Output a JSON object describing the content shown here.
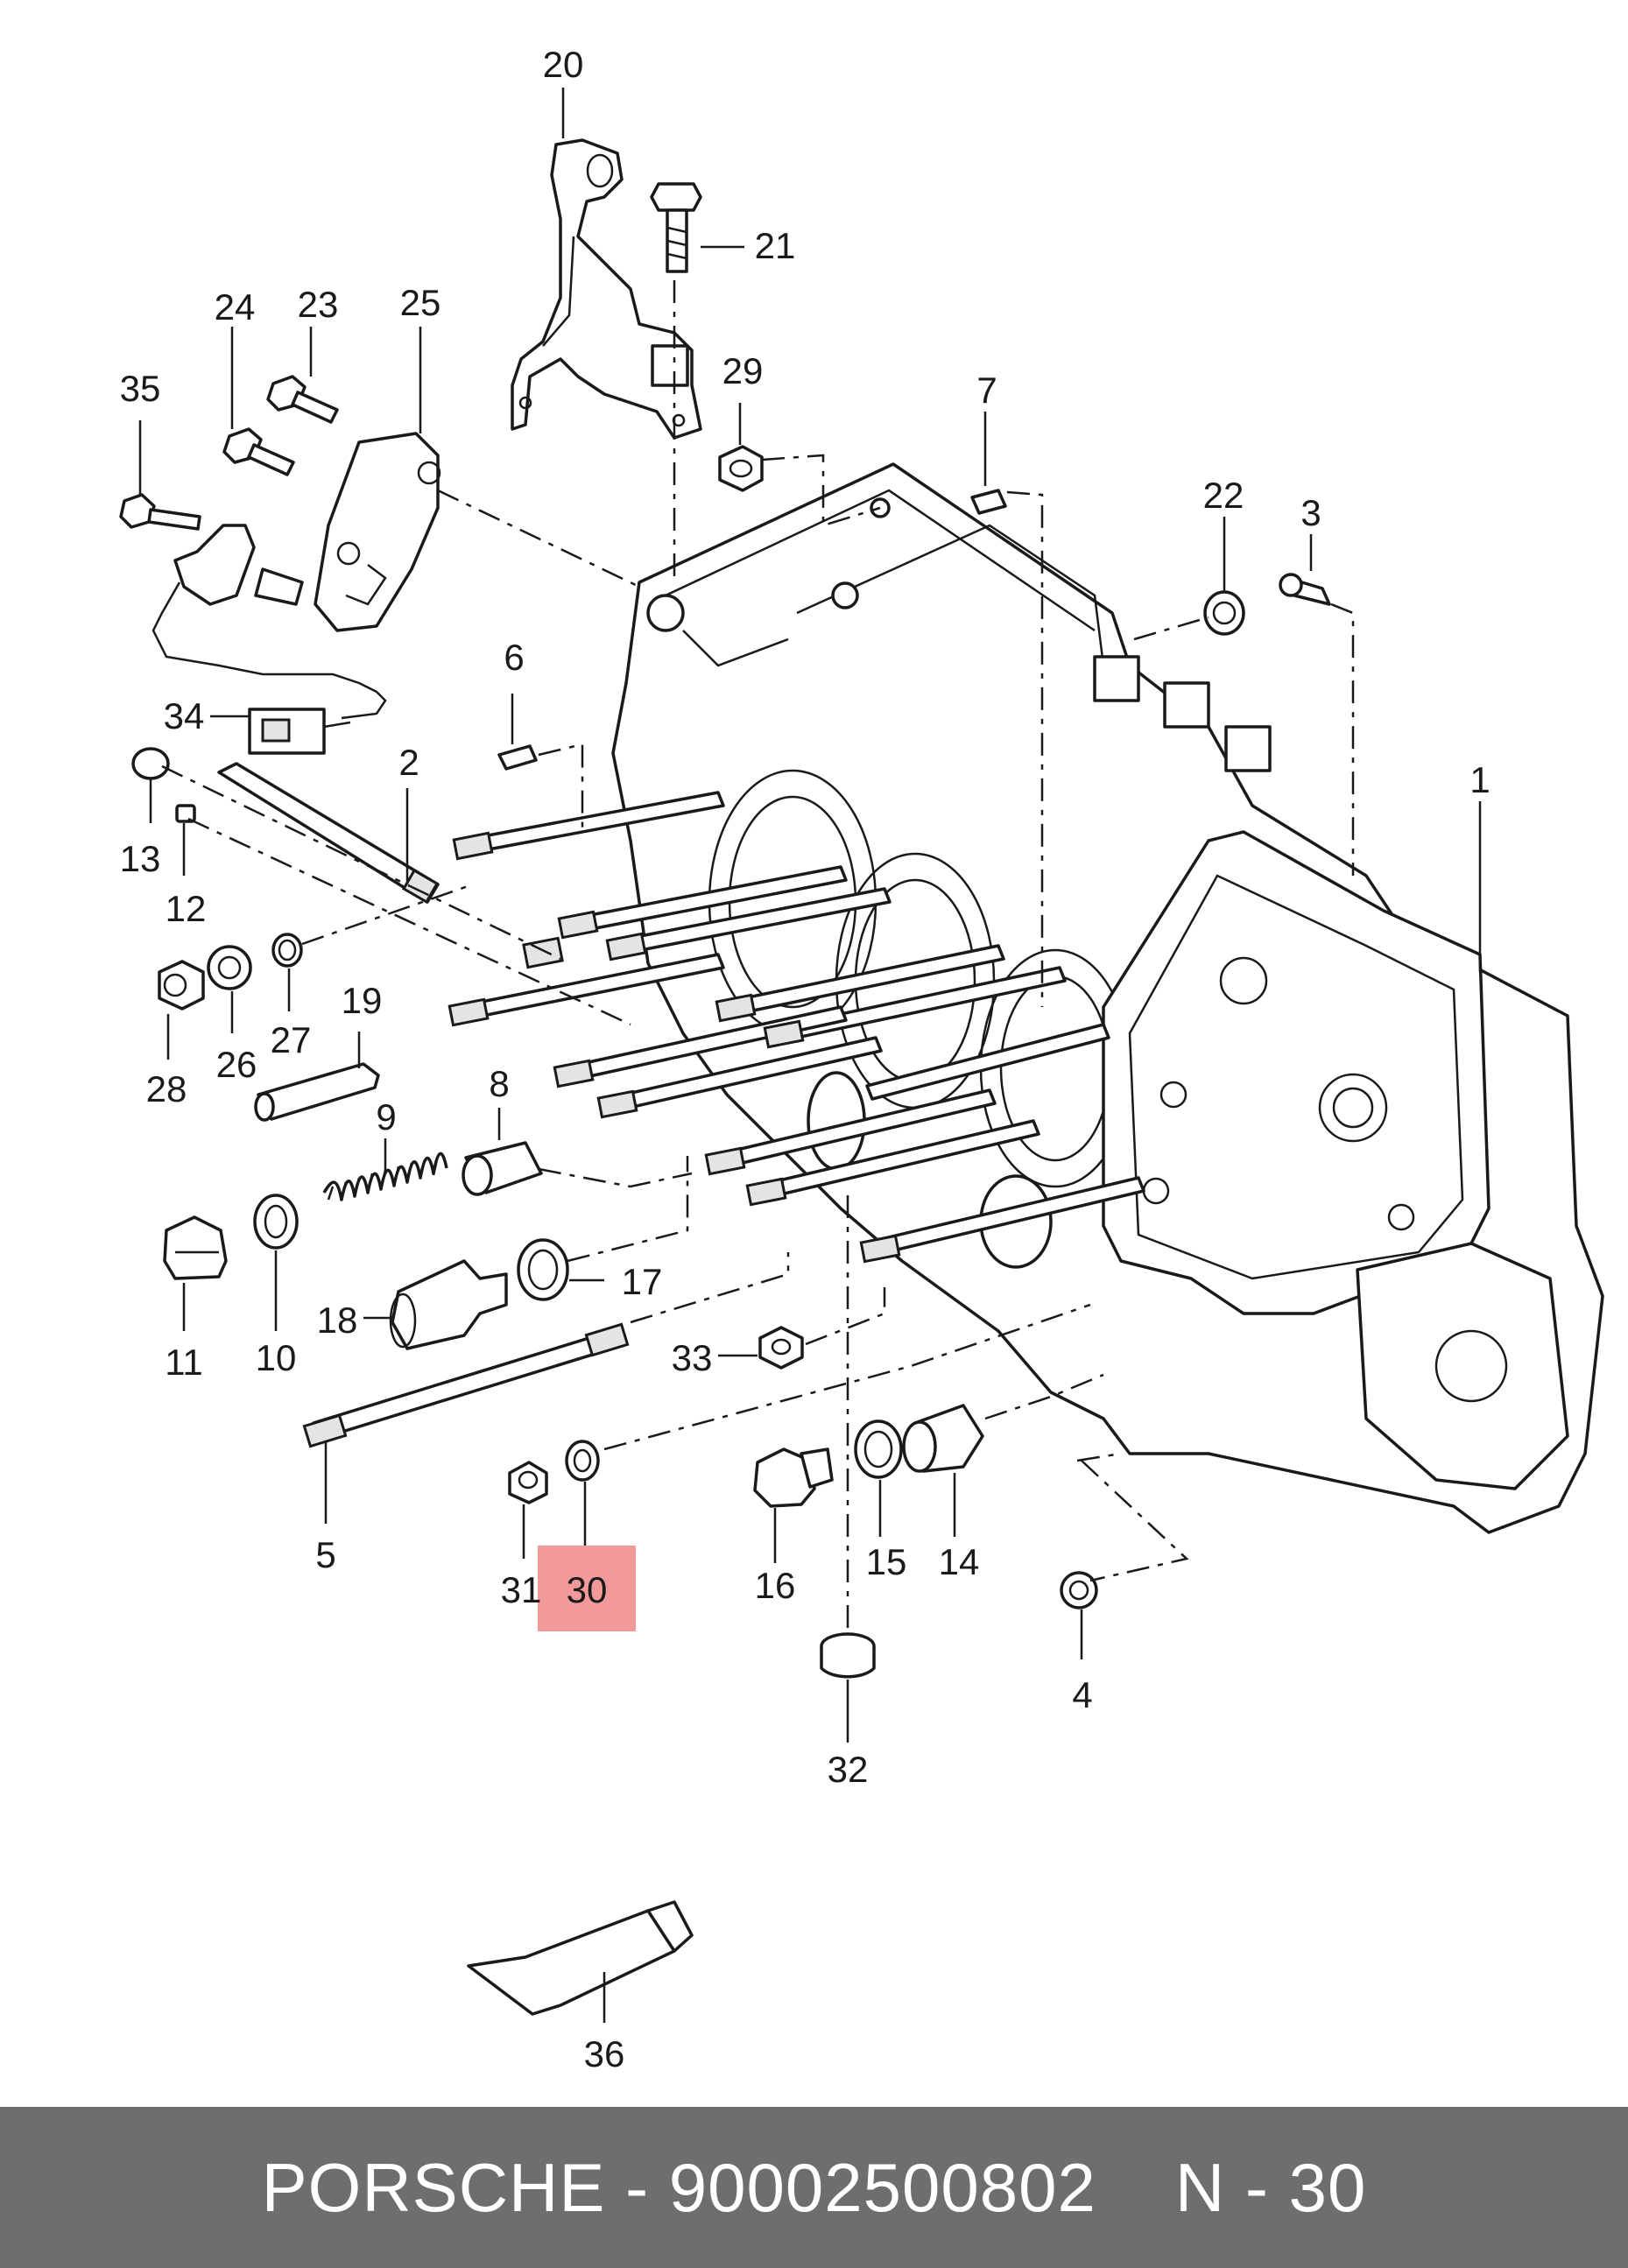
{
  "diagram": {
    "highlight_color": "#f29a9a",
    "highlighted_part": "30",
    "callouts": [
      {
        "id": "c1",
        "text": "1"
      },
      {
        "id": "c2",
        "text": "2"
      },
      {
        "id": "c3",
        "text": "3"
      },
      {
        "id": "c4",
        "text": "4"
      },
      {
        "id": "c5",
        "text": "5"
      },
      {
        "id": "c6",
        "text": "6"
      },
      {
        "id": "c7",
        "text": "7"
      },
      {
        "id": "c8",
        "text": "8"
      },
      {
        "id": "c9",
        "text": "9"
      },
      {
        "id": "c10",
        "text": "10"
      },
      {
        "id": "c11",
        "text": "11"
      },
      {
        "id": "c12",
        "text": "12"
      },
      {
        "id": "c13",
        "text": "13"
      },
      {
        "id": "c14",
        "text": "14"
      },
      {
        "id": "c15",
        "text": "15"
      },
      {
        "id": "c16",
        "text": "16"
      },
      {
        "id": "c17",
        "text": "17"
      },
      {
        "id": "c18",
        "text": "18"
      },
      {
        "id": "c19",
        "text": "19"
      },
      {
        "id": "c20",
        "text": "20"
      },
      {
        "id": "c21",
        "text": "21"
      },
      {
        "id": "c22",
        "text": "22"
      },
      {
        "id": "c23",
        "text": "23"
      },
      {
        "id": "c24",
        "text": "24"
      },
      {
        "id": "c25",
        "text": "25"
      },
      {
        "id": "c26",
        "text": "26"
      },
      {
        "id": "c27",
        "text": "27"
      },
      {
        "id": "c28",
        "text": "28"
      },
      {
        "id": "c29",
        "text": "29"
      },
      {
        "id": "c30",
        "text": "30"
      },
      {
        "id": "c31",
        "text": "31"
      },
      {
        "id": "c32",
        "text": "32"
      },
      {
        "id": "c33",
        "text": "33"
      },
      {
        "id": "c34",
        "text": "34"
      },
      {
        "id": "c35",
        "text": "35"
      },
      {
        "id": "c36",
        "text": "36"
      }
    ]
  },
  "footer": {
    "brand": "PORSCHE",
    "dash": "-",
    "part_number": "90002500802",
    "ref_prefix": "N",
    "ref_number": "30"
  }
}
